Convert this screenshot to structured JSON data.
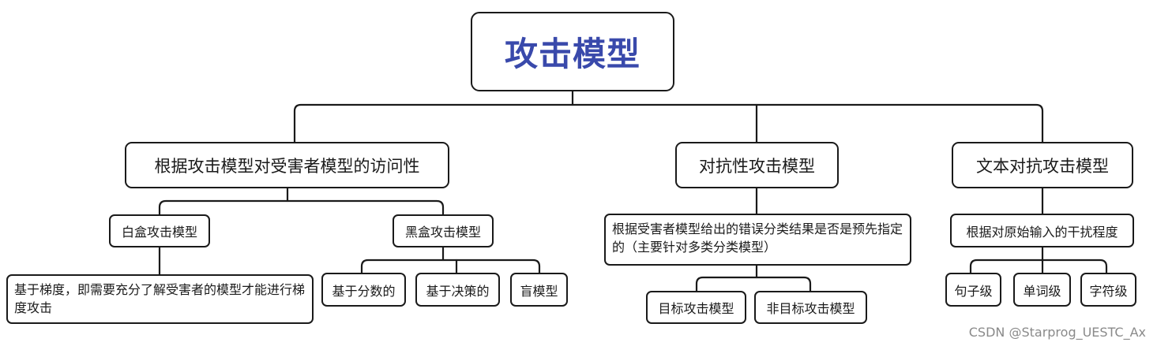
{
  "root": {
    "label": "攻击模型"
  },
  "branch_access": {
    "label": "根据攻击模型对受害者模型的访问性",
    "white_box": {
      "label": "白盒攻击模型",
      "description": "基于梯度，即需要充分了解受害者的模型才能进行梯度攻击"
    },
    "black_box": {
      "label": "黑盒攻击模型",
      "children": [
        "基于分数的",
        "基于决策的",
        "盲模型"
      ]
    }
  },
  "branch_adversarial": {
    "label": "对抗性攻击模型",
    "criterion": "根据受害者模型给出的错误分类结果是否是预先指定的（主要针对多类分类模型）",
    "children": [
      "目标攻击模型",
      "非目标攻击模型"
    ]
  },
  "branch_text": {
    "label": "文本对抗攻击模型",
    "criterion": "根据对原始输入的干扰程度",
    "children": [
      "句子级",
      "单词级",
      "字符级"
    ]
  },
  "watermark": "CSDN @Starprog_UESTC_Ax"
}
